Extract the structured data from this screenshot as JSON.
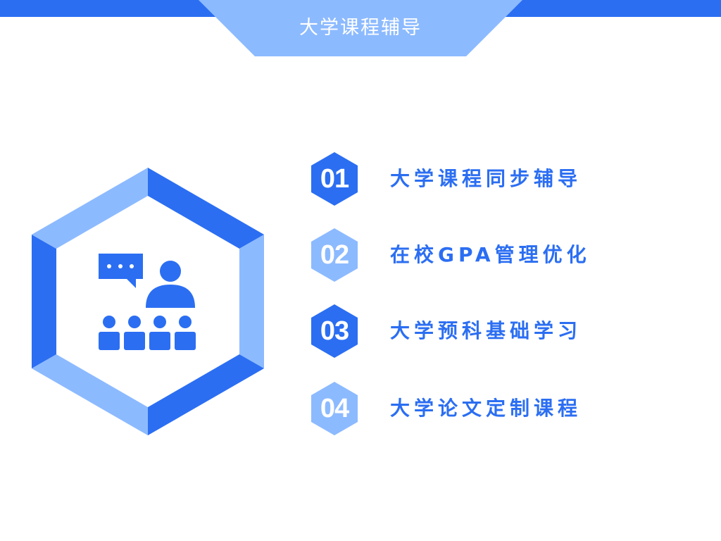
{
  "header": {
    "title": "大学课程辅导"
  },
  "colors": {
    "primary": "#2b6ef2",
    "light": "#8cbaff",
    "background": "#ffffff"
  },
  "graphic": {
    "icon": "teacher-presenting-to-students-icon"
  },
  "items": [
    {
      "number": "01",
      "label": "大学课程同步辅导",
      "badge_color": "#2b6ef2"
    },
    {
      "number": "02",
      "label": "在校GPA管理优化",
      "badge_color": "#8cbaff"
    },
    {
      "number": "03",
      "label": "大学预科基础学习",
      "badge_color": "#2b6ef2"
    },
    {
      "number": "04",
      "label": "大学论文定制课程",
      "badge_color": "#8cbaff"
    }
  ]
}
